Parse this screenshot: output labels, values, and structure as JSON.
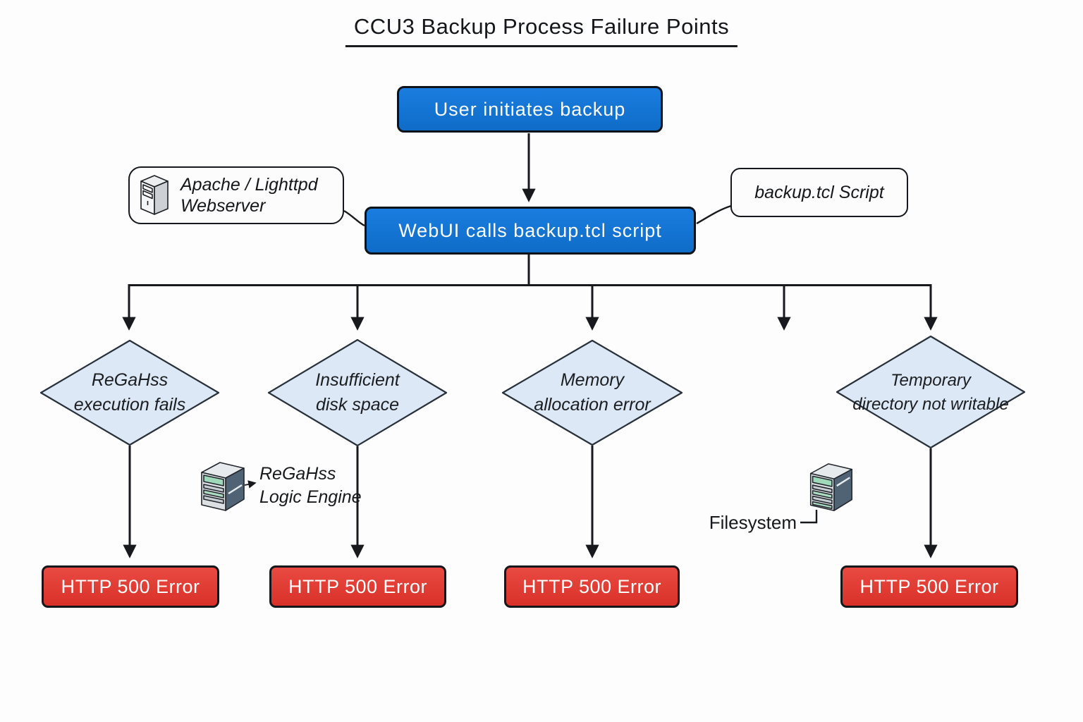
{
  "title": "CCU3 Backup Process Failure Points",
  "flow": {
    "start": "User initiates backup",
    "webui": "WebUI calls backup.tcl script"
  },
  "callouts": {
    "webserver": {
      "line1": "Apache / Lighttpd",
      "line2": "Webserver"
    },
    "script": {
      "label": "backup.tcl Script"
    }
  },
  "failures": [
    {
      "line1": "ReGaHss",
      "line2": "execution fails"
    },
    {
      "line1": "Insufficient",
      "line2": "disk space"
    },
    {
      "line1": "Memory",
      "line2": "allocation error"
    },
    {
      "line1": "Temporary",
      "line2": "directory not writable"
    }
  ],
  "errors": [
    "HTTP 500 Error",
    "HTTP 500 Error",
    "HTTP 500 Error",
    "HTTP 500 Error"
  ],
  "annotations": {
    "regahss": {
      "line1": "ReGaHss",
      "line2": "Logic Engine"
    },
    "filesystem": "Filesystem"
  },
  "icons": {
    "webserver": "server-tower-icon",
    "regahss": "server-box-icon",
    "filesystem": "server-box-icon"
  },
  "colors": {
    "process_fill": "#1273d2",
    "process_text": "#ffffff",
    "decision_fill": "#dce8f5",
    "decision_stroke": "#283039",
    "error_fill": "#e23b33",
    "error_text": "#ffffff",
    "line": "#17191d",
    "background": "#fdfdfd",
    "icon_side": "#4f6375",
    "icon_stripe_green": "#9ed9ba"
  }
}
